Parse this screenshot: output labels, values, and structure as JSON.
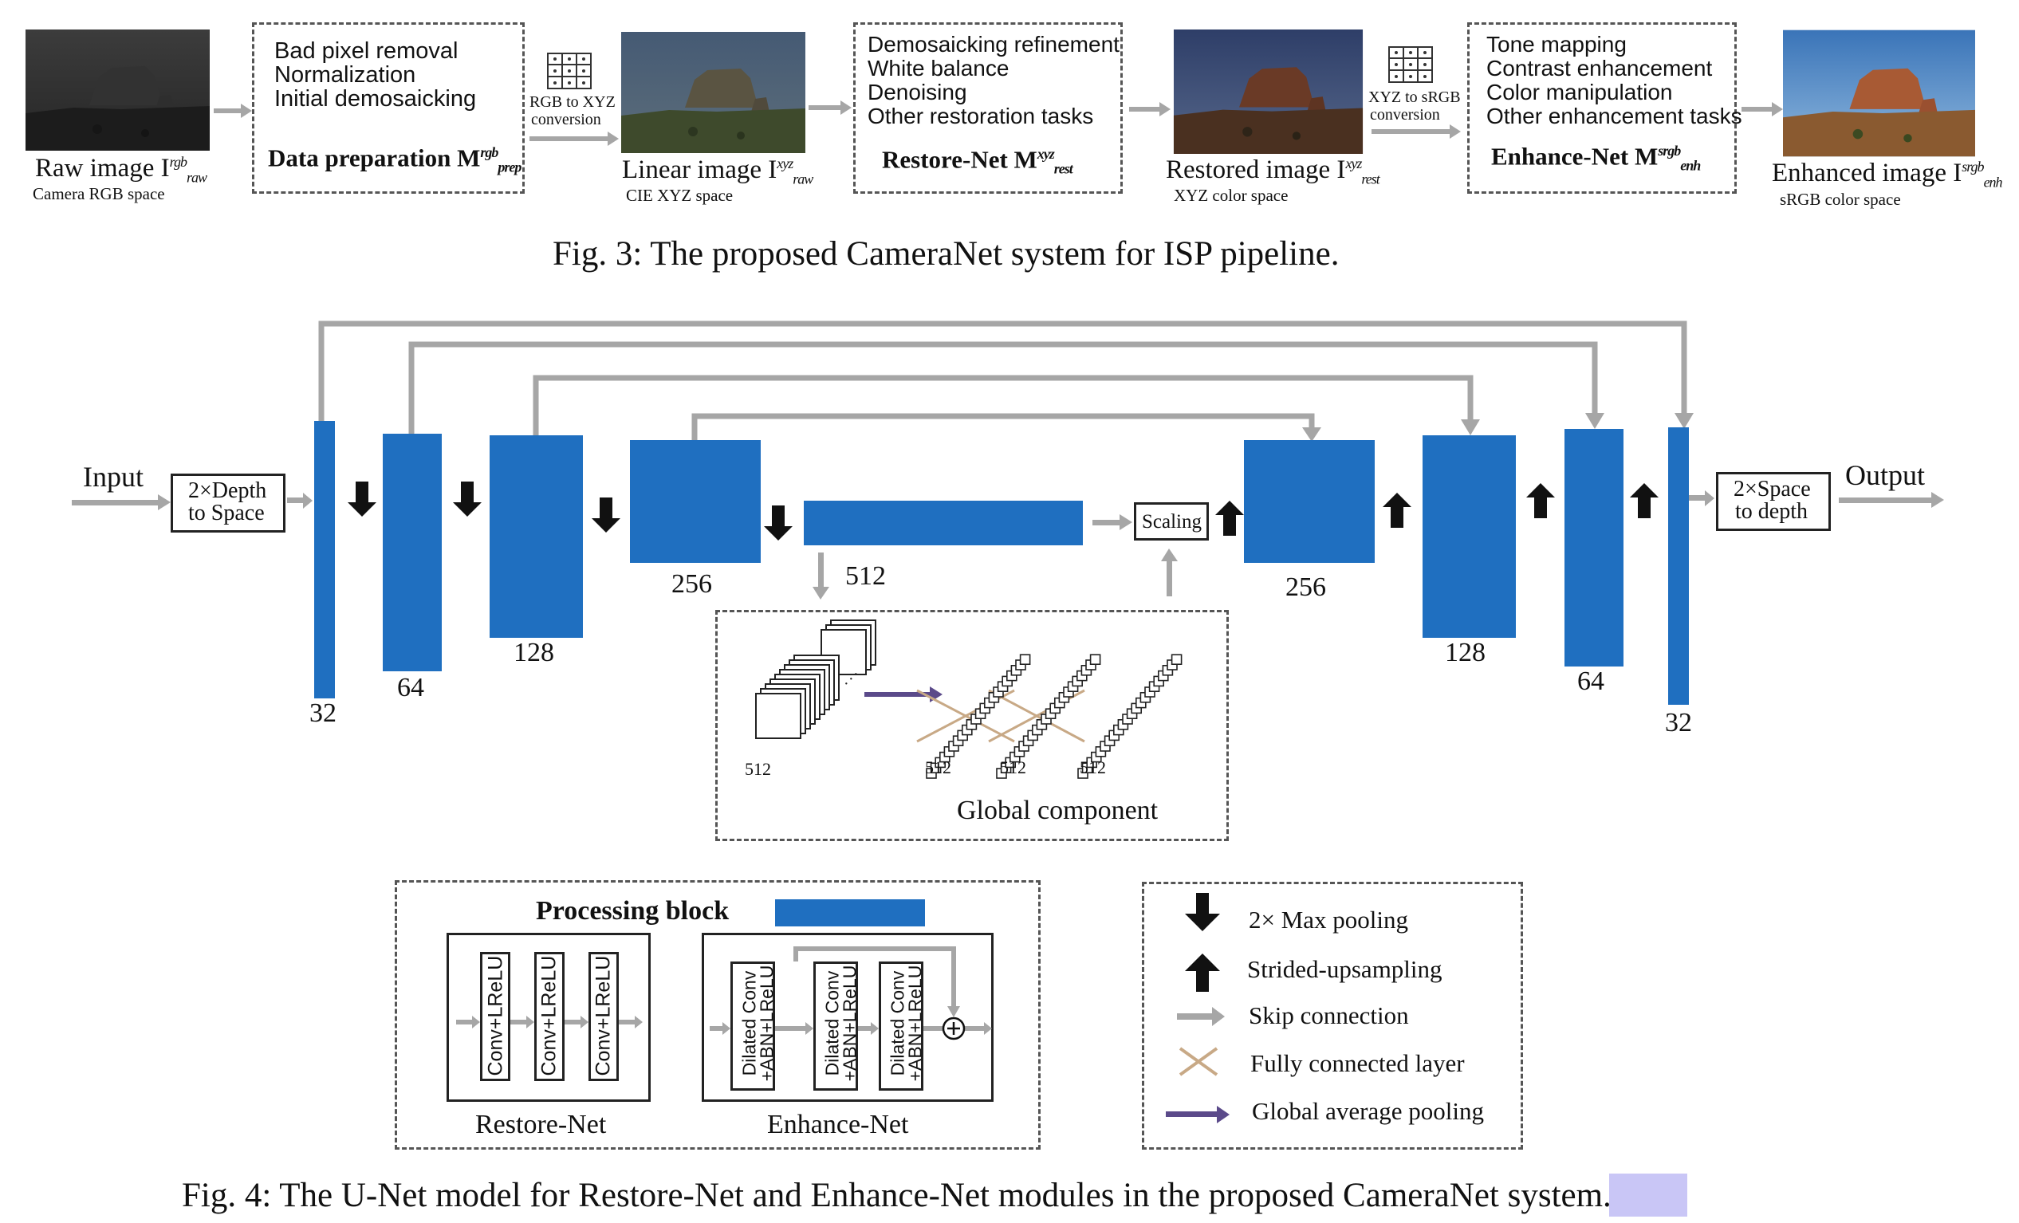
{
  "fig3": {
    "caption": "Fig. 3: The proposed CameraNet system for ISP pipeline.",
    "images": [
      {
        "label": "Raw image I",
        "sup": "rgb",
        "sub": "raw",
        "space": "Camera RGB space"
      },
      {
        "label": "Linear image I",
        "sup": "xyz",
        "sub": "raw",
        "space": "CIE XYZ space"
      },
      {
        "label": "Restored image I",
        "sup": "xyz",
        "sub": "rest",
        "space": "XYZ color space"
      },
      {
        "label": "Enhanced image I",
        "sup": "srgb",
        "sub": "enh",
        "space": "sRGB color space"
      }
    ],
    "prep": {
      "lines": [
        "Bad pixel removal",
        "Normalization",
        "Initial demosaicking"
      ],
      "title": "Data preparation M",
      "sup": "rgb",
      "sub": "prep"
    },
    "restore": {
      "lines": [
        "Demosaicking refinement",
        "White balance",
        "Denoising",
        "Other restoration tasks"
      ],
      "title": "Restore-Net  M",
      "sup": "xyz",
      "sub": "rest"
    },
    "enhance": {
      "lines": [
        "Tone mapping",
        "Contrast enhancement",
        "Color manipulation",
        "Other enhancement tasks"
      ],
      "title": "Enhance-Net  M",
      "sup": "srgb",
      "sub": "enh"
    },
    "conv1": [
      "RGB to XYZ",
      "conversion"
    ],
    "conv2": [
      "XYZ to sRGB",
      "conversion"
    ]
  },
  "fig4": {
    "caption_before": "Fig. 4: The U-Net model for Restore-Net and Enhance-Net modules in the proposed Came",
    "caption_hl": "raNe",
    "caption_after": "t system.",
    "input": "Input",
    "output": "Output",
    "d2s": [
      "2×Depth",
      "to Space"
    ],
    "s2d": [
      "2×Space",
      "to depth"
    ],
    "scaling": "Scaling",
    "enc_channels": [
      "32",
      "64",
      "128",
      "256",
      "512"
    ],
    "dec_channels": [
      "256",
      "128",
      "64",
      "32"
    ],
    "global": {
      "title": "Global component",
      "labels": [
        "512",
        "512",
        "512",
        "512"
      ]
    },
    "processing": {
      "title": "Processing block",
      "restore_label": "Restore-Net",
      "enhance_label": "Enhance-Net",
      "restore_units": [
        "Conv+LReLU",
        "Conv+LReLU",
        "Conv+LReLU"
      ],
      "enhance_units": [
        [
          "Dilated Conv",
          "+ABN+LReLU"
        ],
        [
          "Dilated Conv",
          "+ABN+LReLU"
        ],
        [
          "Dilated Conv",
          "+ABN+LReLU"
        ]
      ]
    },
    "legend": [
      "2× Max pooling",
      "Strided-upsampling",
      "Skip connection",
      "Fully connected layer",
      "Global average pooling"
    ],
    "colors": {
      "block": "#1f6fc0",
      "arrow": "#a6a6a6",
      "fc": "#c8a986",
      "gap": "#5b4a8a"
    }
  }
}
